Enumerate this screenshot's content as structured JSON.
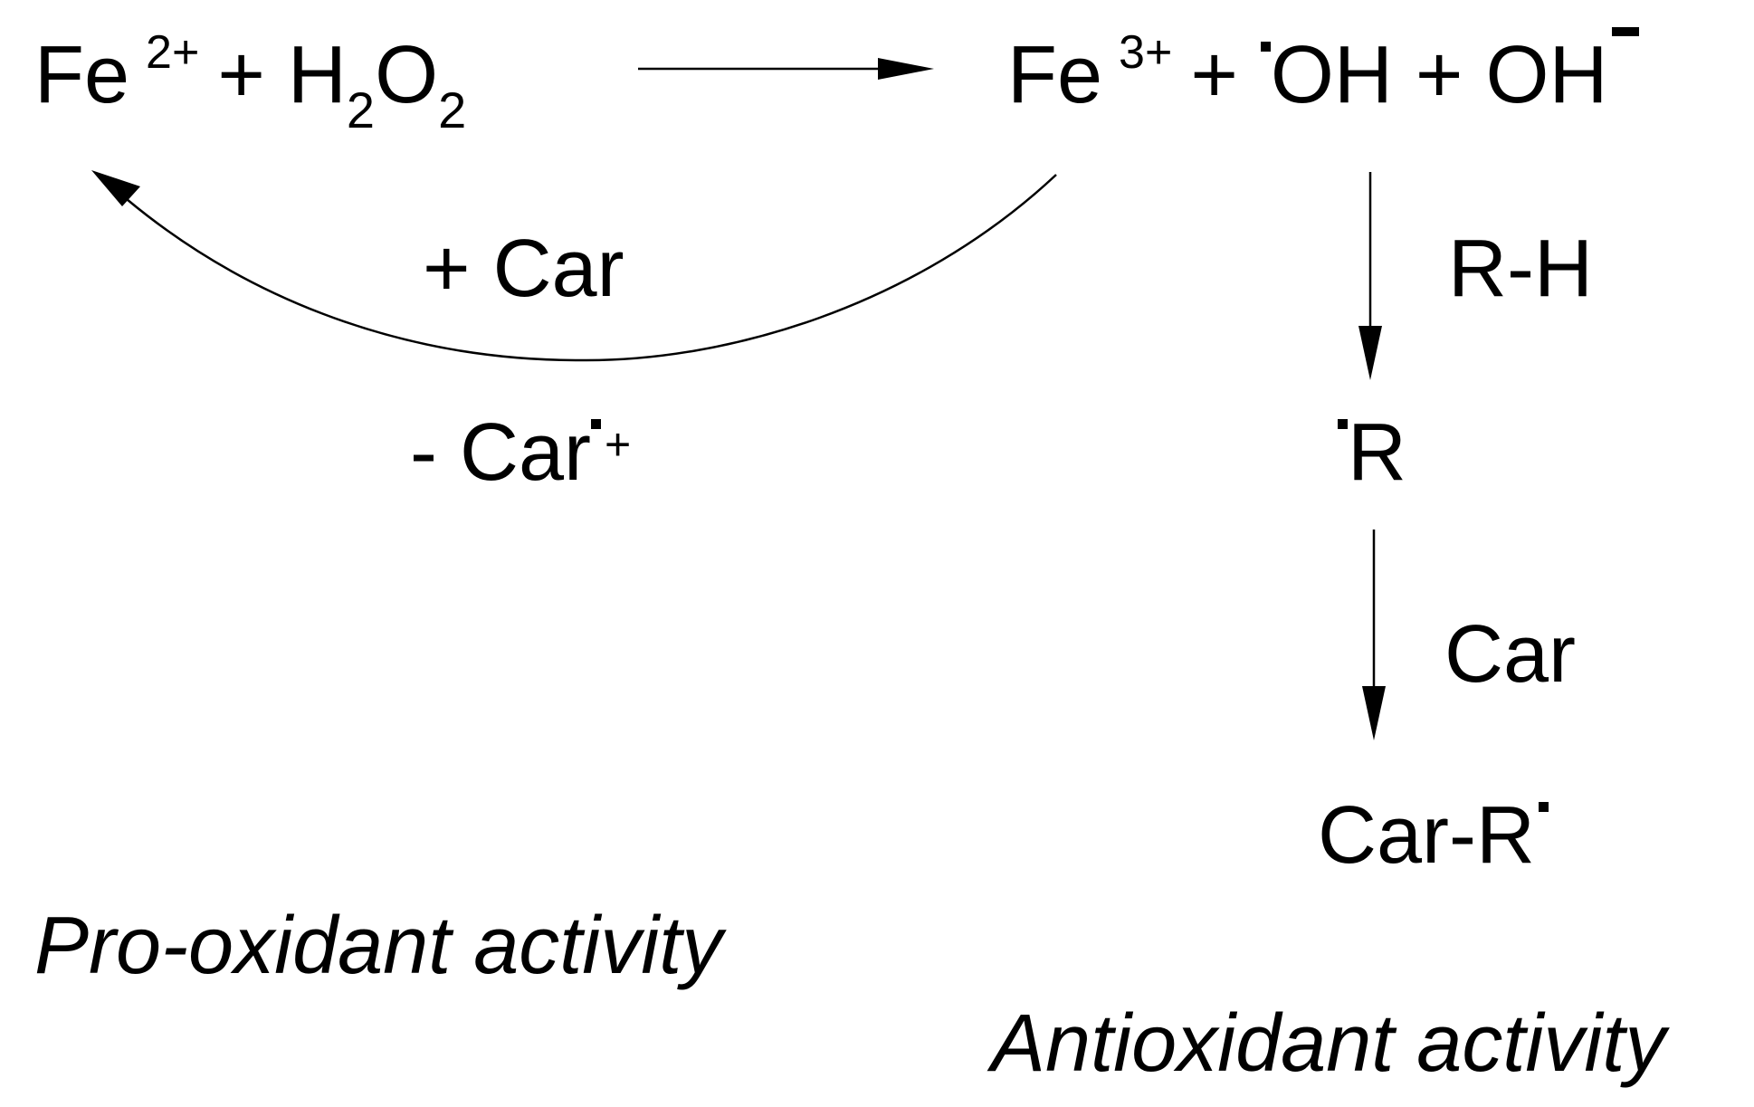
{
  "reaction": {
    "reactant_fe": "Fe",
    "reactant_charge": "2+",
    "plus1": "+",
    "h2o2_h": "H",
    "h2o2_sub1": "2",
    "h2o2_o": "O",
    "h2o2_sub2": "2",
    "product_fe": "Fe",
    "product_charge": "3+",
    "plus2": "+",
    "oh_radical": "OH",
    "plus3": "+",
    "oh_anion": "OH"
  },
  "regeneration": {
    "add_car": "+ Car",
    "minus_car": "- Car",
    "minus_car_charge": "+"
  },
  "antioxidant_path": {
    "rh_label": "R-H",
    "r_radical": "R",
    "car_label": "Car",
    "car_r_product": "Car-R"
  },
  "captions": {
    "pro_oxidant": "Pro-oxidant activity",
    "antioxidant": "Antioxidant activity"
  },
  "colors": {
    "ink": "#000000",
    "background": "#ffffff"
  }
}
